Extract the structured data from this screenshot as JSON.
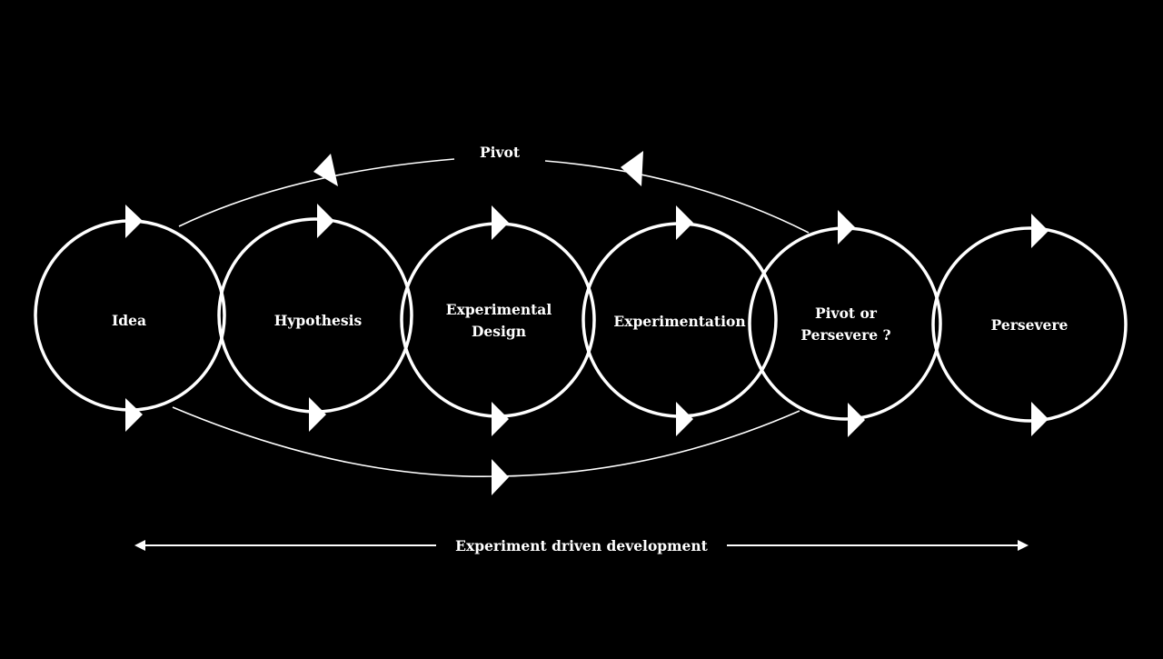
{
  "colors": {
    "background": "#000000",
    "foreground": "#ffffff"
  },
  "stages": [
    {
      "id": "idea",
      "lines": [
        "Idea"
      ]
    },
    {
      "id": "hypothesis",
      "lines": [
        "Hypothesis"
      ]
    },
    {
      "id": "experimental-design",
      "lines": [
        "Experimental",
        "Design"
      ]
    },
    {
      "id": "experimentation",
      "lines": [
        "Experimentation"
      ]
    },
    {
      "id": "pivot-or-persevere",
      "lines": [
        "Pivot or",
        "Persevere ?"
      ]
    },
    {
      "id": "persevere",
      "lines": [
        "Persevere"
      ]
    }
  ],
  "pivot_label": "Pivot",
  "footer": {
    "label": "Experiment driven development"
  }
}
